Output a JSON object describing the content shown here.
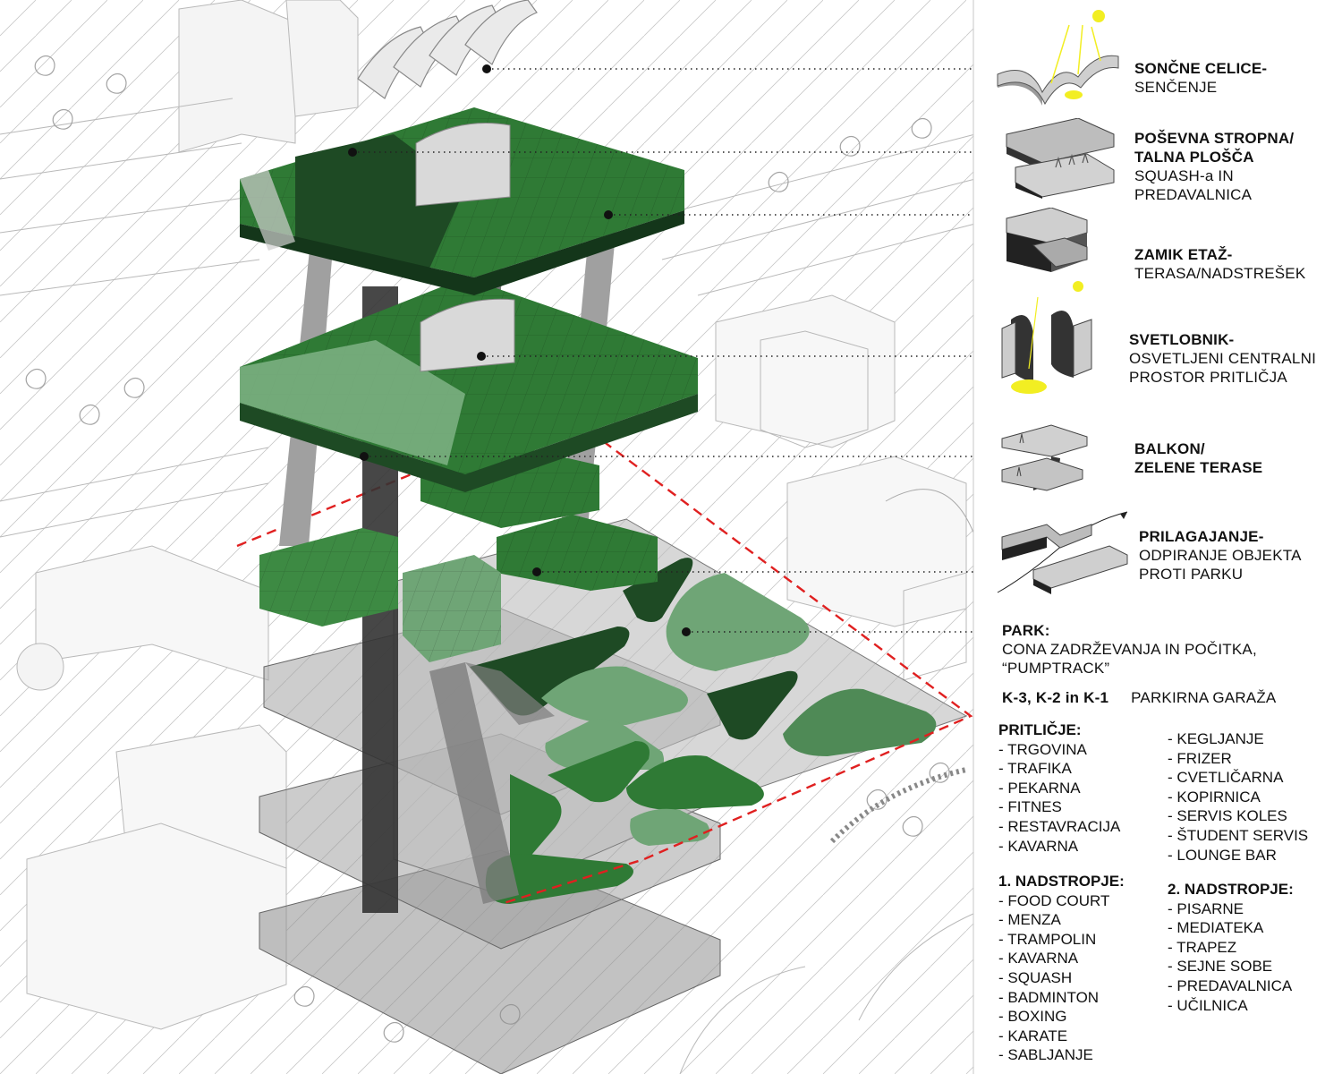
{
  "colors": {
    "dark_green": "#1e4a24",
    "mid_green": "#2f7a35",
    "light_green": "#6fa576",
    "accent_red": "#e02020",
    "sun_yellow": "#f2ee22",
    "line_gray": "#9a9a9a"
  },
  "labels": [
    {
      "title": "SONČNE CELICE-",
      "lines": [
        "SENČENJE"
      ]
    },
    {
      "title": "POŠEVNA STROPNA/",
      "title2": "TALNA PLOŠČA",
      "lines": [
        "SQUASH-a IN",
        "PREDAVALNICA"
      ]
    },
    {
      "title": "ZAMIK ETAŽ-",
      "lines": [
        "TERASA/NADSTREŠEK"
      ]
    },
    {
      "title": "SVETLOBNIK-",
      "lines": [
        "OSVETLJENI CENTRALNI",
        "PROSTOR PRITLIČJA"
      ]
    },
    {
      "title": "BALKON/",
      "title2": "ZELENE TERASE",
      "lines": []
    },
    {
      "title": "PRILAGAJANJE-",
      "lines": [
        "ODPIRANJE OBJEKTA",
        "PROTI PARKU"
      ]
    }
  ],
  "park": {
    "title": "PARK:",
    "lines": [
      "CONA ZADRŽEVANJA IN POČITKA,",
      "“PUMPTRACK”"
    ]
  },
  "garage": {
    "code": "K-3, K-2 in K-1",
    "text": "PARKIRNA GARAŽA"
  },
  "pritlicje": {
    "title": "PRITLIČJE:",
    "col1": [
      "- TRGOVINA",
      "- TRAFIKA",
      "- PEKARNA",
      "- FITNES",
      "- RESTAVRACIJA",
      "- KAVARNA"
    ],
    "col2": [
      "- KEGLJANJE",
      "- FRIZER",
      "- CVETLIČARNA",
      "- KOPIRNICA",
      "- SERVIS KOLES",
      "- ŠTUDENT SERVIS",
      "- LOUNGE BAR"
    ]
  },
  "nadstropje1": {
    "title": "1. NADSTROPJE:",
    "items": [
      "- FOOD COURT",
      "- MENZA",
      "- TRAMPOLIN",
      "- KAVARNA",
      "- SQUASH",
      "- BADMINTON",
      "- BOXING",
      "- KARATE",
      "- SABLJANJE"
    ]
  },
  "nadstropje2": {
    "title": "2. NADSTROPJE:",
    "items": [
      "- PISARNE",
      "- MEDIATEKA",
      "- TRAPEZ",
      "- SEJNE SOBE",
      "- PREDAVALNICA",
      "- UČILNICA"
    ]
  }
}
